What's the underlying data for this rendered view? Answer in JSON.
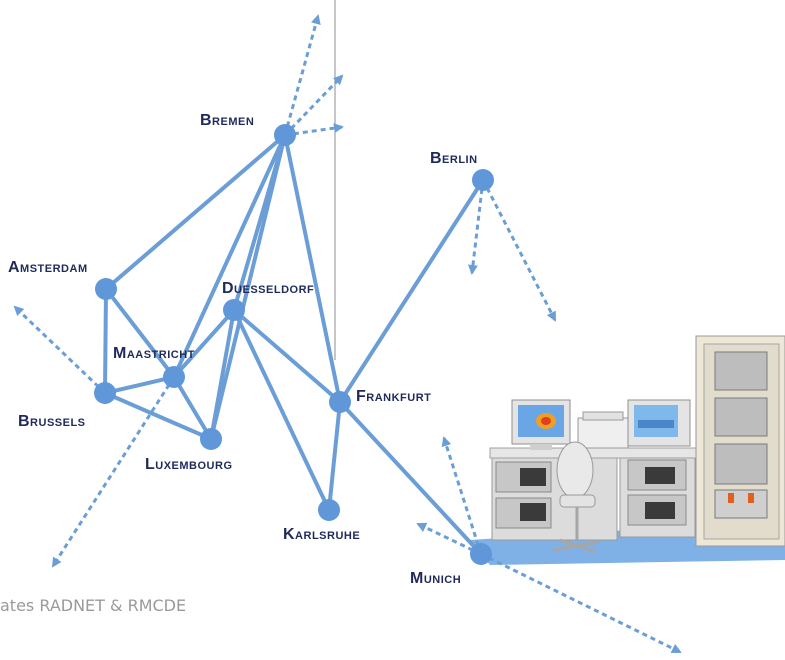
{
  "diagram": {
    "cities": {
      "bremen": "Bremen",
      "berlin": "Berlin",
      "amsterdam": "Amsterdam",
      "duesseldorf": "Duesseldorf",
      "maastricht": "Maastricht",
      "brussels": "Brussels",
      "luxembourg": "Luxembourg",
      "frankfurt": "Frankfurt",
      "karlsruhe": "Karlsruhe",
      "munich": "Munich"
    },
    "caption": "ates RADNET & RMCDE",
    "colors": {
      "link": "#6b9ed6",
      "node": "#5f97d8",
      "label": "#1f2a5a",
      "caption": "#9a9a9a",
      "equipment": "#e8e8e8"
    }
  }
}
